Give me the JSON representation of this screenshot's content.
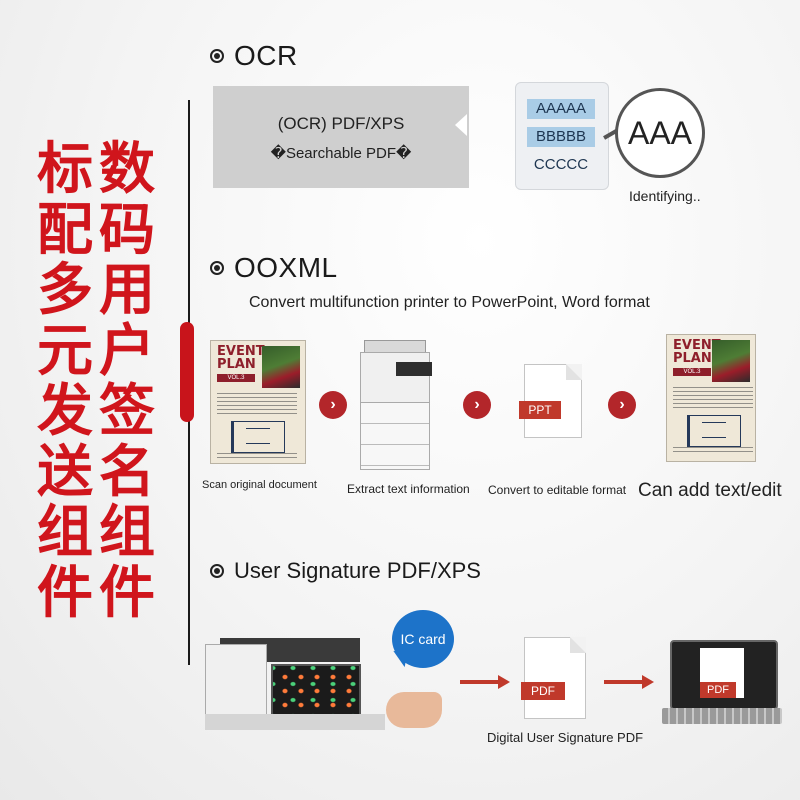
{
  "left_columns": {
    "col1": [
      "标",
      "配",
      "多",
      "元",
      "发",
      "送",
      "组",
      "件"
    ],
    "col2": [
      "数",
      "码",
      "用",
      "户",
      "签",
      "名",
      "组",
      "件"
    ]
  },
  "ocr": {
    "title": "OCR",
    "box_line1": "(OCR) PDF/XPS",
    "box_line2": "�Searchable PDF�",
    "chips": [
      "AAAAA",
      "BBBBB",
      "CCCCC"
    ],
    "magnifier_text": "AAA",
    "identifying": "Identifying.."
  },
  "ooxml": {
    "title": "OOXML",
    "subtitle": "Convert multifunction printer to PowerPoint, Word format",
    "doc_title": "EVENT PLAN",
    "doc_vol": "VOL.3",
    "ppt_tag": "PPT",
    "steps": [
      "Scan original document",
      "Extract text information",
      "Convert to editable format",
      "Can add text/edit"
    ]
  },
  "signature": {
    "title": "User Signature PDF/XPS",
    "ic_card": "IC card",
    "pdf_tag": "PDF",
    "caption": "Digital User Signature PDF"
  },
  "colors": {
    "accent_red": "#d0151c",
    "ic_blue": "#1d73c9"
  }
}
